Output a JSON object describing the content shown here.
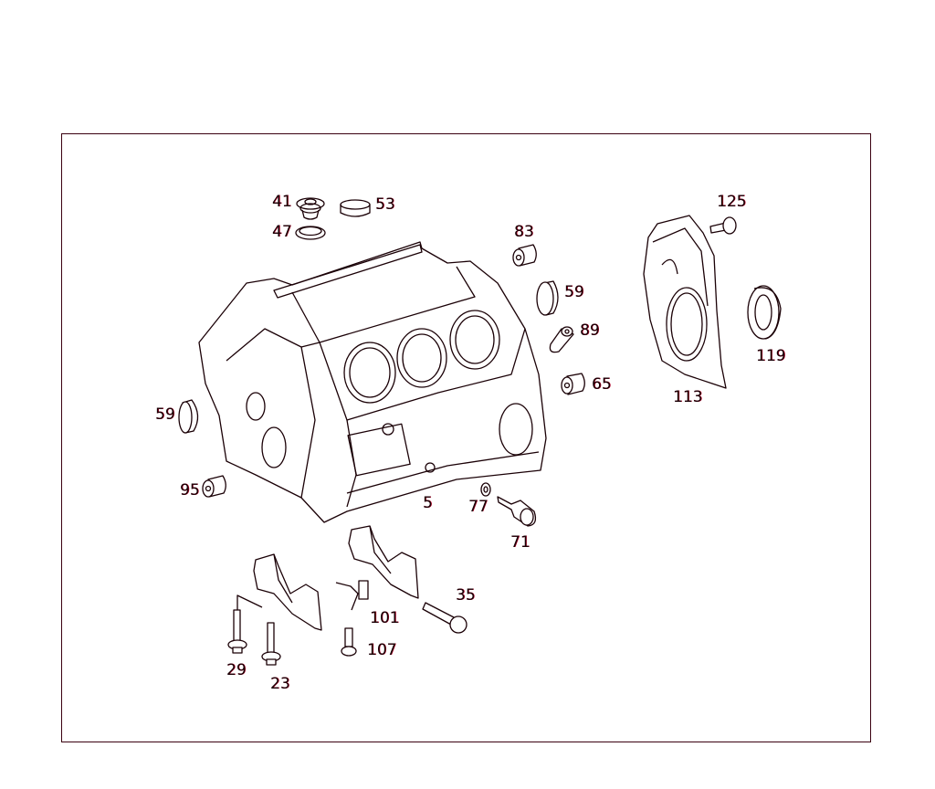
{
  "diagram": {
    "line_color": "#1a0006",
    "fringe_color": "#c0002a",
    "callouts": {
      "p41": "41",
      "p53": "53",
      "p47": "47",
      "p83": "83",
      "p125": "125",
      "p59a": "59",
      "p89": "89",
      "p119": "119",
      "p65": "65",
      "p113": "113",
      "p59b": "59",
      "p95": "95",
      "p5": "5",
      "p77": "77",
      "p71": "71",
      "p35": "35",
      "p101": "101",
      "p107": "107",
      "p29": "29",
      "p23": "23"
    }
  }
}
